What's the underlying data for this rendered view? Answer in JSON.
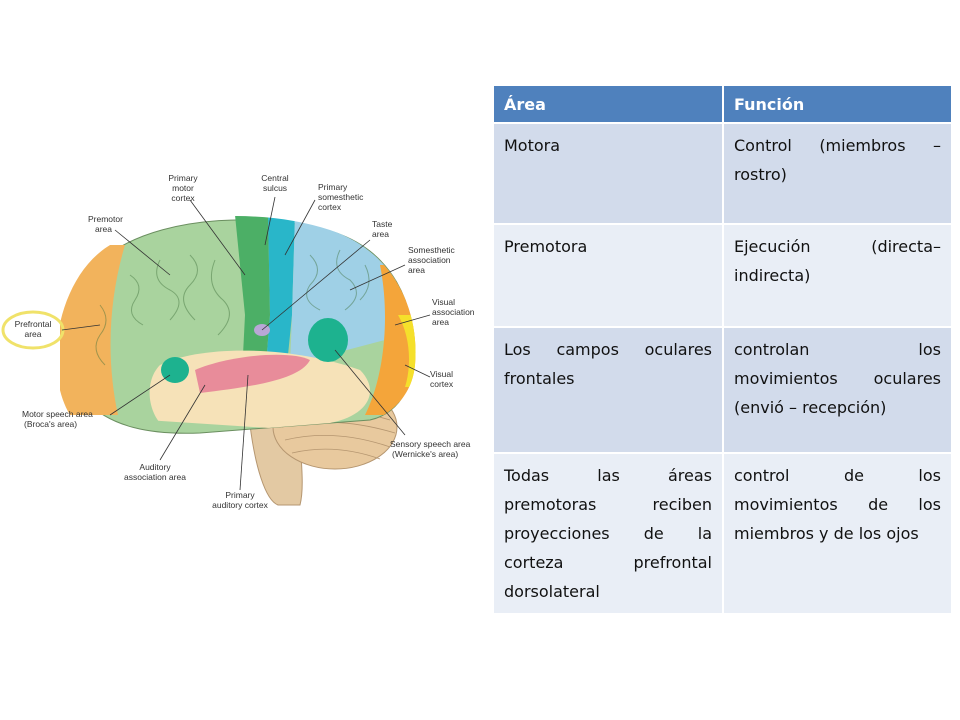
{
  "figure": {
    "labels": {
      "primary_motor": [
        "Primary",
        "motor",
        "cortex"
      ],
      "central_sulcus": [
        "Central",
        "sulcus"
      ],
      "primary_somesthetic": [
        "Primary",
        "somesthetic",
        "cortex"
      ],
      "premotor": [
        "Premotor",
        "area"
      ],
      "taste": [
        "Taste",
        "area"
      ],
      "somesthetic_assoc": [
        "Somesthetic",
        "association",
        "area"
      ],
      "prefrontal": [
        "Prefrontal",
        "area"
      ],
      "visual_assoc": [
        "Visual",
        "association",
        "area"
      ],
      "visual_cortex": [
        "Visual",
        "cortex"
      ],
      "motor_speech": [
        "Motor speech area",
        "(Broca's area)"
      ],
      "sensory_speech": [
        "Sensory speech area",
        "(Wernicke's area)"
      ],
      "auditory_assoc": [
        "Auditory",
        "association area"
      ],
      "primary_auditory": [
        "Primary",
        "auditory cortex"
      ]
    },
    "colors": {
      "prefrontal": "#f2b35c",
      "premotor": "#a9d39e",
      "primary_motor": "#4caf66",
      "somesthetic": "#29b6c9",
      "somesthetic_assoc": "#9fd0e6",
      "visual_assoc": "#f4a53a",
      "visual_cortex": "#f5e02b",
      "temporal": "#f6e2b8",
      "auditory": "#e88c9a",
      "speech_spot": "#1db28f",
      "cerebellum": "#e8c99e",
      "highlight_ring": "#f0e26a"
    }
  },
  "table": {
    "headers": [
      "Área",
      "Función"
    ],
    "rows": [
      [
        "Motora",
        "Control (miembros – rostro)"
      ],
      [
        "Premotora",
        "Ejecución (directa– indirecta)"
      ],
      [
        "Los campos oculares frontales",
        "controlan los movimientos oculares (envió – recepción)"
      ],
      [
        "Todas las áreas premotoras reciben proyecciones de la corteza prefrontal dorsolateral",
        "control de los movimientos de los miembros y de los ojos"
      ]
    ]
  }
}
